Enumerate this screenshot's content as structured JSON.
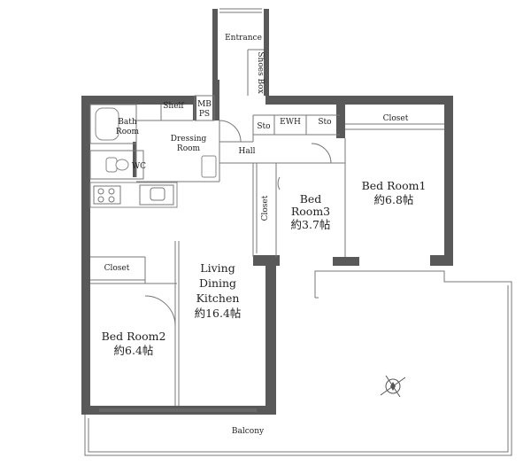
{
  "labels": {
    "entrance": "Entrance",
    "shoes_box": "Shoes Box",
    "shelf": "Shelf",
    "mb": "MB",
    "ps": "PS",
    "bath_1": "Bath",
    "bath_2": "Room",
    "dressing_1": "Dressing",
    "dressing_2": "Room",
    "wc": "WC",
    "sto_left": "Sto",
    "ewh": "EWH",
    "sto_right": "Sto",
    "closet_top": "Closet",
    "hall": "Hall",
    "closet_side": "Closet",
    "bed3_1": "Bed",
    "bed3_2": "Room3",
    "bed3_3": "約3.7帖",
    "bed1_1": "Bed Room1",
    "bed1_2": "約6.8帖",
    "closet_left": "Closet",
    "ldk_1": "Living",
    "ldk_2": "Dining",
    "ldk_3": "Kitchen",
    "ldk_4": "約16.4帖",
    "bed2_1": "Bed Room2",
    "bed2_2": "約6.4帖",
    "balcony": "Balcony"
  },
  "colors": {
    "wall": "#595959",
    "line": "#777777"
  },
  "icons": {
    "compass": "compass-north-icon"
  }
}
